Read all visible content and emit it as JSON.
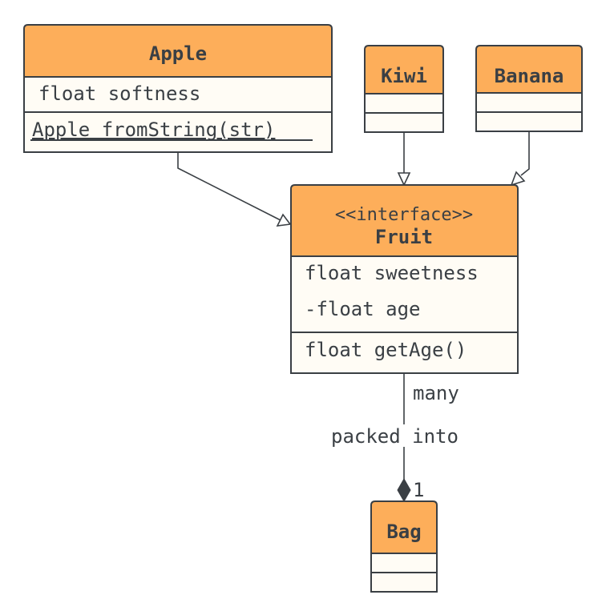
{
  "diagram": {
    "type": "uml-class-diagram",
    "colors": {
      "header_fill": "#fdae5a",
      "body_fill": "#fffcf5",
      "stroke": "#3a3f44",
      "text": "#3a3f44"
    },
    "classes": {
      "apple": {
        "name": "Apple",
        "attributes": [
          "float softness"
        ],
        "methods": [
          "Apple fromString(str)"
        ],
        "static_methods": [
          "Apple fromString(str)"
        ]
      },
      "kiwi": {
        "name": "Kiwi",
        "attributes": [],
        "methods": []
      },
      "banana": {
        "name": "Banana",
        "attributes": [],
        "methods": []
      },
      "fruit": {
        "stereotype": "<<interface>>",
        "name": "Fruit",
        "attributes": [
          "float sweetness",
          "-float age"
        ],
        "methods": [
          "float getAge()"
        ]
      },
      "bag": {
        "name": "Bag",
        "attributes": [],
        "methods": []
      }
    },
    "relations": [
      {
        "from": "Apple",
        "to": "Fruit",
        "type": "realization"
      },
      {
        "from": "Kiwi",
        "to": "Fruit",
        "type": "realization"
      },
      {
        "from": "Banana",
        "to": "Fruit",
        "type": "realization"
      },
      {
        "from": "Fruit",
        "to": "Bag",
        "type": "composition",
        "label": "packed into",
        "from_multiplicity": "many",
        "to_multiplicity": "1"
      }
    ]
  }
}
